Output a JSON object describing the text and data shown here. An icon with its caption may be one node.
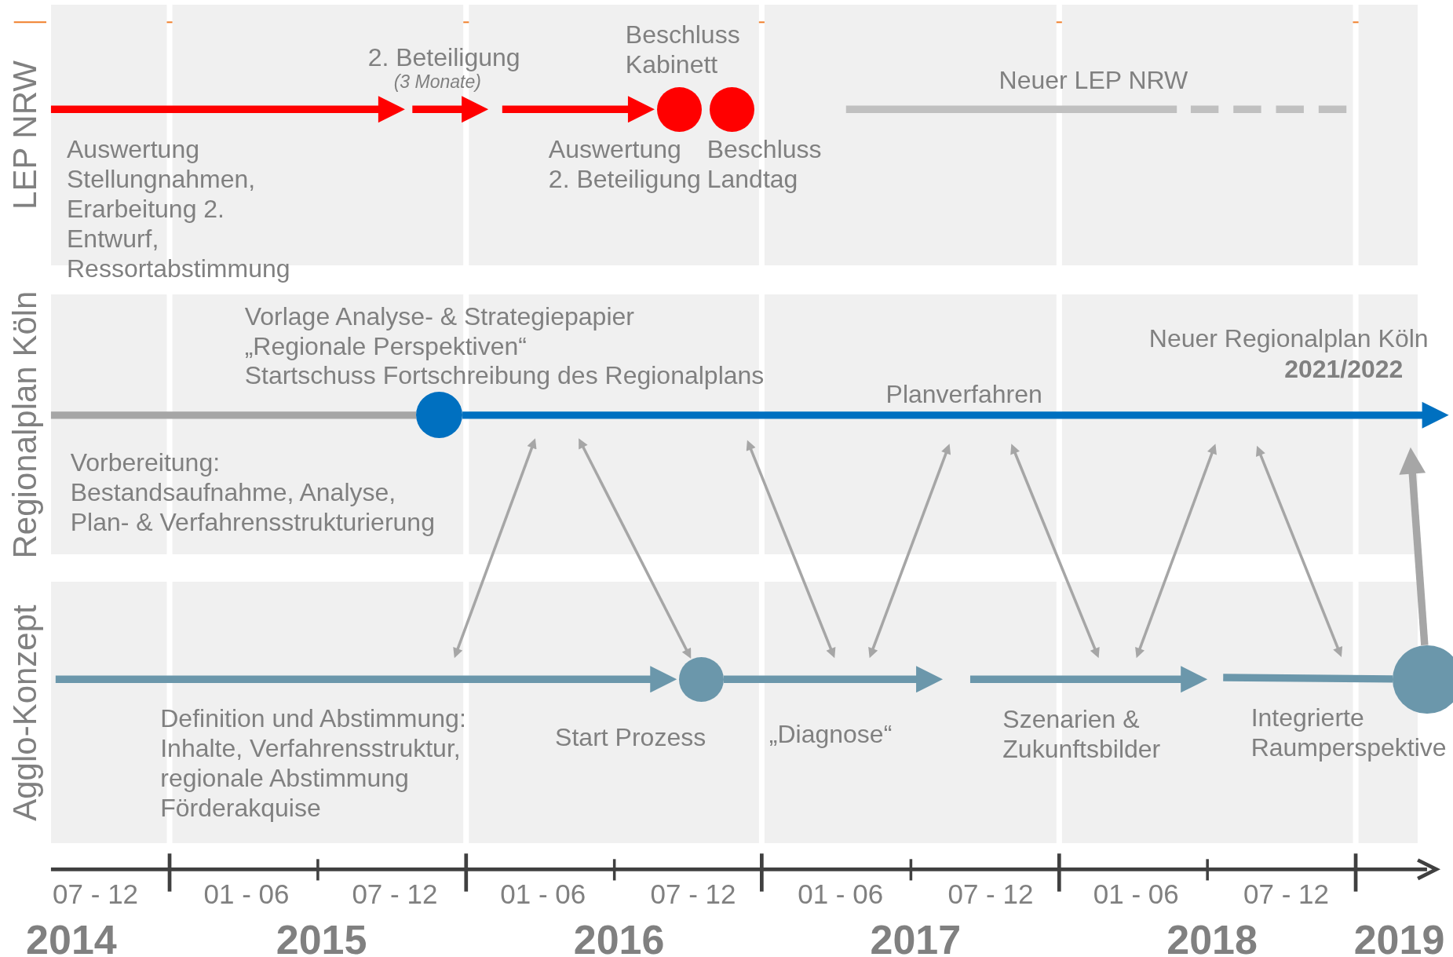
{
  "diagram": {
    "nodes": [
      {
        "text": [
          "LEP NRW"
        ]
      },
      {
        "text": [],
        "shape": "circle",
        "in": 0,
        "beside": [
          "Beschluss Kabinett"
        ]
      },
      {
        "text": [],
        "shape": "circle",
        "in": 0,
        "beside": [
          "Beschluss Landtag"
        ]
      },
      {
        "text": [
          "Regionalplan Köln"
        ]
      },
      {
        "text": [],
        "shape": "circle",
        "in": 3,
        "beside": [
          "Vorlage Analyse- & Strategiepapier „Regionale Perspektiven“",
          "Startschuss Fortschreibung des Regionalplans"
        ]
      },
      {
        "text": [
          "Agglo-Konzept"
        ]
      },
      {
        "text": [],
        "shape": "circle",
        "in": 5,
        "beside": [
          "Start Prozess"
        ]
      },
      {
        "text": [],
        "shape": "circle",
        "beside": [
          "Integrierte Raumperspektive"
        ]
      }
    ],
    "edges": [
      {
        "from": null,
        "to": 1,
        "arrow": "to",
        "style": "thick",
        "color": "#ff0000"
      },
      {
        "from": null,
        "to": 4,
        "arrow": "none",
        "style": "thick"
      },
      {
        "from": 4,
        "to": null,
        "arrow": "to",
        "style": "thick",
        "color": "#0070c0",
        "label": "Planverfahren"
      },
      {
        "from": null,
        "to": 5,
        "arrow": "both"
      },
      {
        "from": null,
        "to": 6,
        "arrow": "both"
      },
      {
        "from": null,
        "to": 5,
        "arrow": "both"
      },
      {
        "from": null,
        "to": 5,
        "arrow": "both"
      },
      {
        "from": null,
        "to": 5,
        "arrow": "both"
      },
      {
        "from": null,
        "to": 5,
        "arrow": "both"
      },
      {
        "from": null,
        "to": 5,
        "arrow": "both"
      },
      {
        "from": null,
        "to": 6,
        "arrow": "to",
        "style": "thick",
        "color": "#6b97ab"
      },
      {
        "from": 6,
        "to": null,
        "arrow": "to",
        "style": "thick",
        "color": "#6b97ab"
      },
      {
        "from": null,
        "to": 7,
        "arrow": "none",
        "style": "thick",
        "color": "#6b97ab"
      },
      {
        "from": 7,
        "to": 3,
        "arrow": "to",
        "style": "thick"
      }
    ],
    "labels": [
      "2. Beteiligung",
      "(3 Monate)",
      "Neuer LEP NRW",
      "Auswertung Stellungnahmen, Erarbeitung 2. Entwurf, Ressortabstimmung",
      "Auswertung 2. Beteiligung",
      "Neuer Regionalplan Köln",
      "2021/2022",
      "Vorbereitung:",
      "Bestandsaufnahme, Analyse, Plan- & Verfahrensstrukturierung",
      "Definition und Abstimmung:",
      "Inhalte, Verfahrensstruktur, regionale Abstimmung Förderakquise",
      "„Diagnose“",
      "Szenarien & Zukunftsbilder",
      "07 - 12",
      "01 - 06",
      "07 - 12",
      "01 - 06",
      "07 - 12",
      "01 - 06",
      "07 - 12",
      "01 - 06",
      "07 - 12",
      "2014",
      "2015",
      "2016",
      "2017",
      "2018",
      "2019"
    ]
  }
}
